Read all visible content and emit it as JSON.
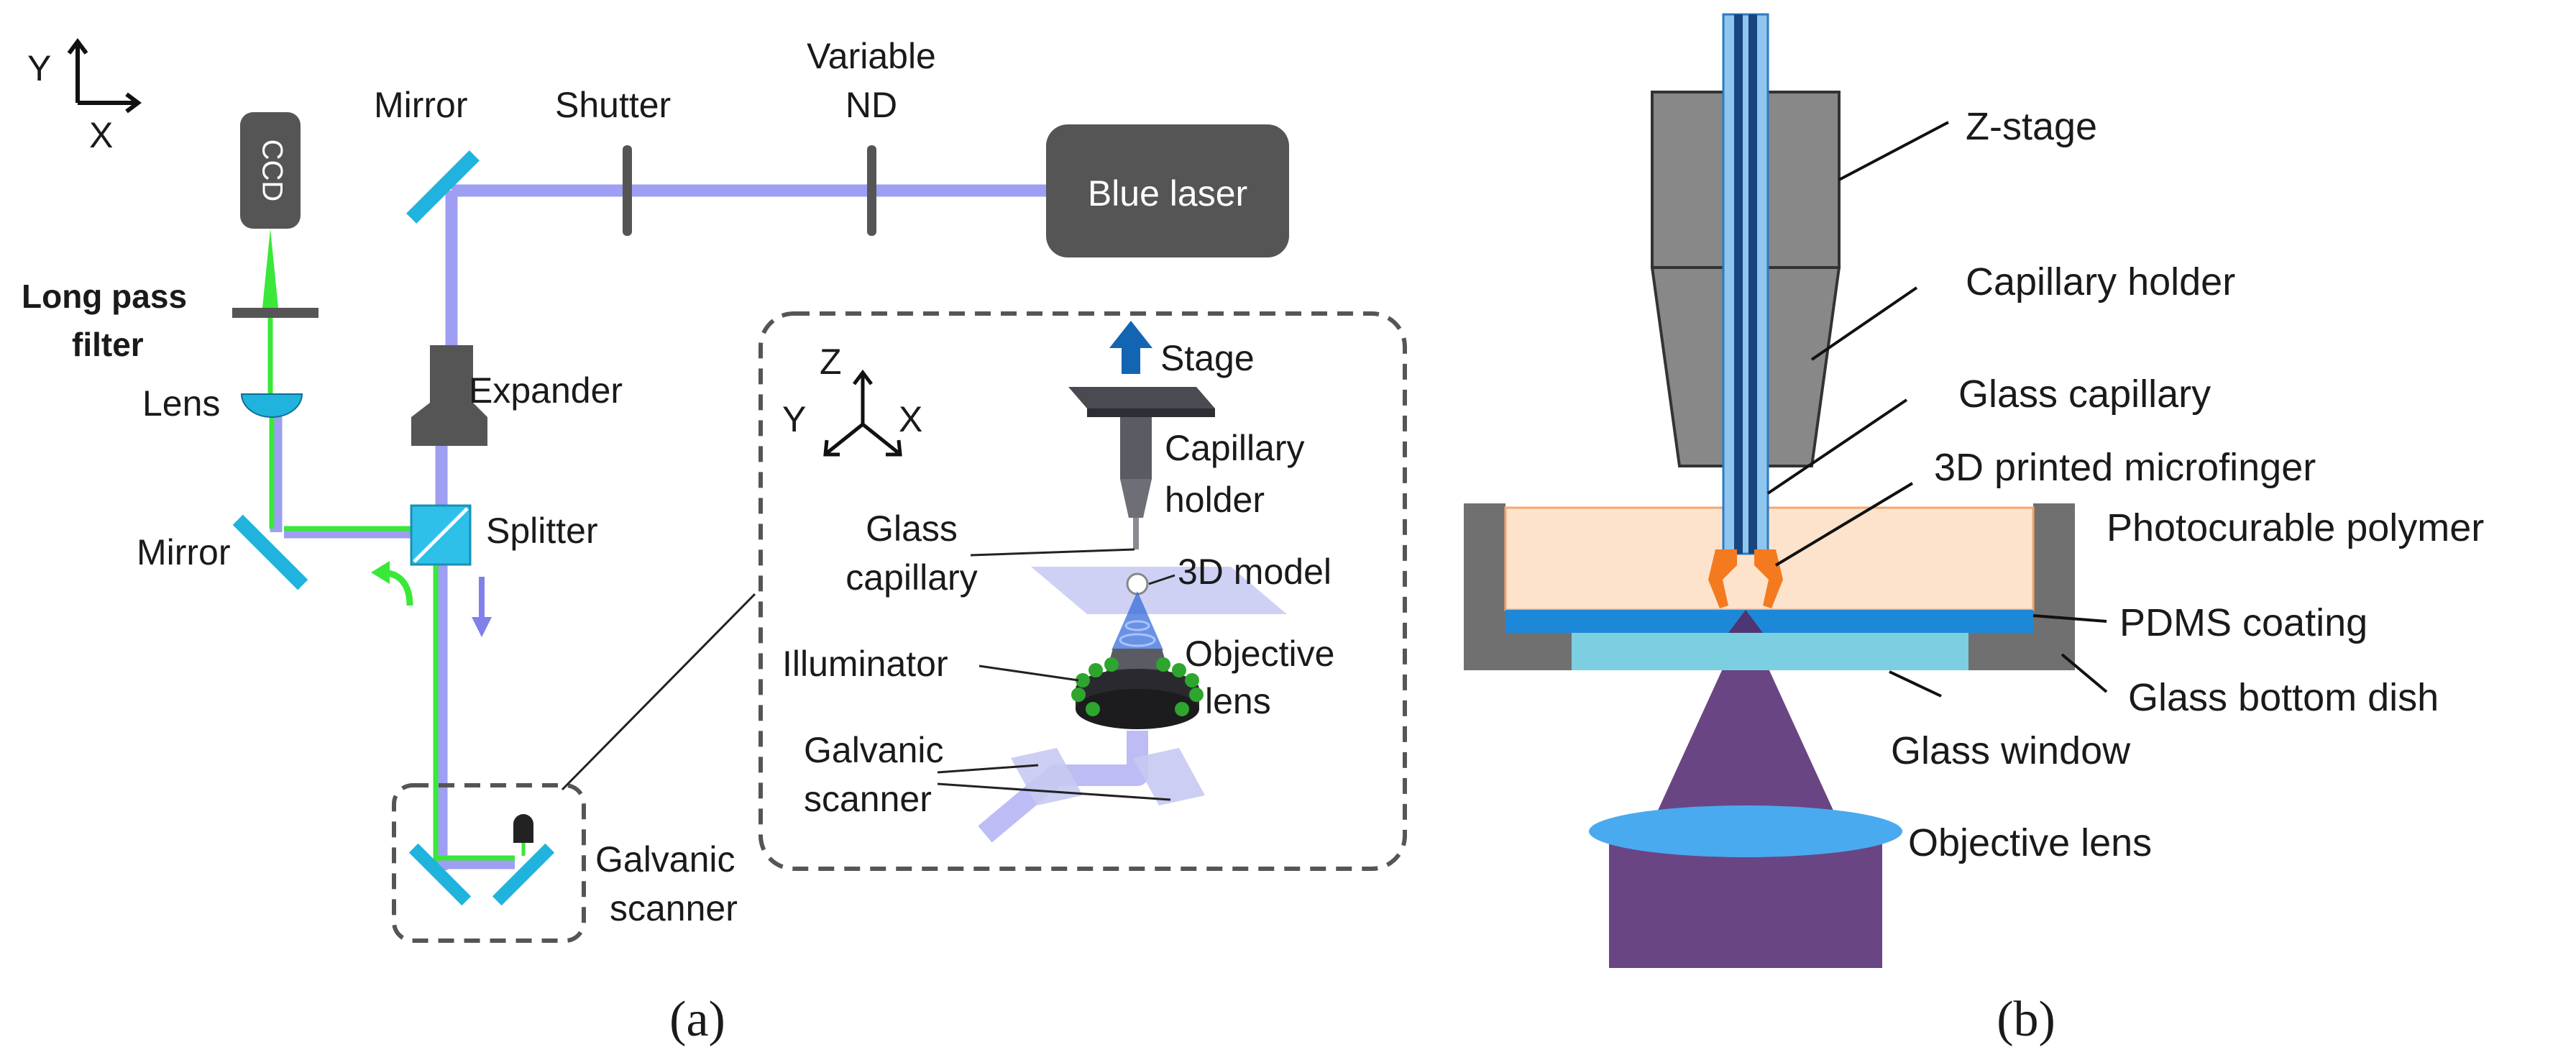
{
  "panel_a": {
    "axes": {
      "y": "Y",
      "x": "X"
    },
    "labels": {
      "ccd": "CCD",
      "mirror_top": "Mirror",
      "shutter": "Shutter",
      "variable_nd_1": "Variable",
      "variable_nd_2": "ND",
      "blue_laser": "Blue laser",
      "long_pass_1": "Long pass",
      "long_pass_2": "filter",
      "lens": "Lens",
      "expander": "Expander",
      "mirror_left": "Mirror",
      "splitter": "Splitter",
      "galvanic_1": "Galvanic",
      "galvanic_2": "scanner"
    },
    "inset": {
      "axes": {
        "z": "Z",
        "y": "Y",
        "x": "X"
      },
      "stage": "Stage",
      "capillary_holder_1": "Capillary",
      "capillary_holder_2": "holder",
      "glass_capillary_1": "Glass",
      "glass_capillary_2": "capillary",
      "model_3d": "3D model",
      "illuminator": "Illuminator",
      "objective_1": "Objective",
      "objective_2": "lens",
      "galvanic_1": "Galvanic",
      "galvanic_2": "scanner"
    },
    "caption": "(a)"
  },
  "panel_b": {
    "labels": {
      "z_stage": "Z-stage",
      "capillary_holder": "Capillary holder",
      "glass_capillary": "Glass capillary",
      "microfinger": "3D printed microfinger",
      "photocurable_polymer": "Photocurable polymer",
      "pdms_coating": "PDMS coating",
      "glass_bottom_dish": "Glass bottom dish",
      "glass_window": "Glass window",
      "objective_lens": "Objective lens"
    },
    "caption": "(b)"
  },
  "colors": {
    "beam_blue": "#9e9ef2",
    "beam_green": "#39e839",
    "optic_cyan": "#1fb3dd",
    "dark_gray": "#555555",
    "holder_gray": "#8a8a8a",
    "polymer_peach": "#fde3cc",
    "pdms_blue": "#1e88d8",
    "window_cyan": "#7ccfe0",
    "cone_purple": "#6a4584",
    "lens_blue": "#4aaaf0",
    "finger_orange": "#f47a20",
    "stage_arrow": "#1464b4"
  }
}
